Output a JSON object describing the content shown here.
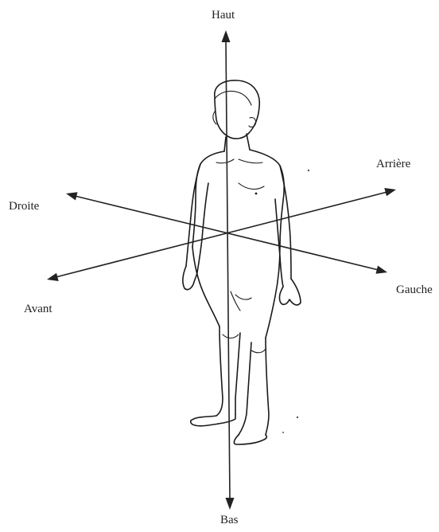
{
  "diagram": {
    "labels": {
      "up": "Haut",
      "down": "Bas",
      "back": "Arrière",
      "front": "Avant",
      "right": "Droite",
      "left": "Gauche"
    },
    "colors": {
      "ink": "#222222",
      "background": "#ffffff"
    }
  }
}
